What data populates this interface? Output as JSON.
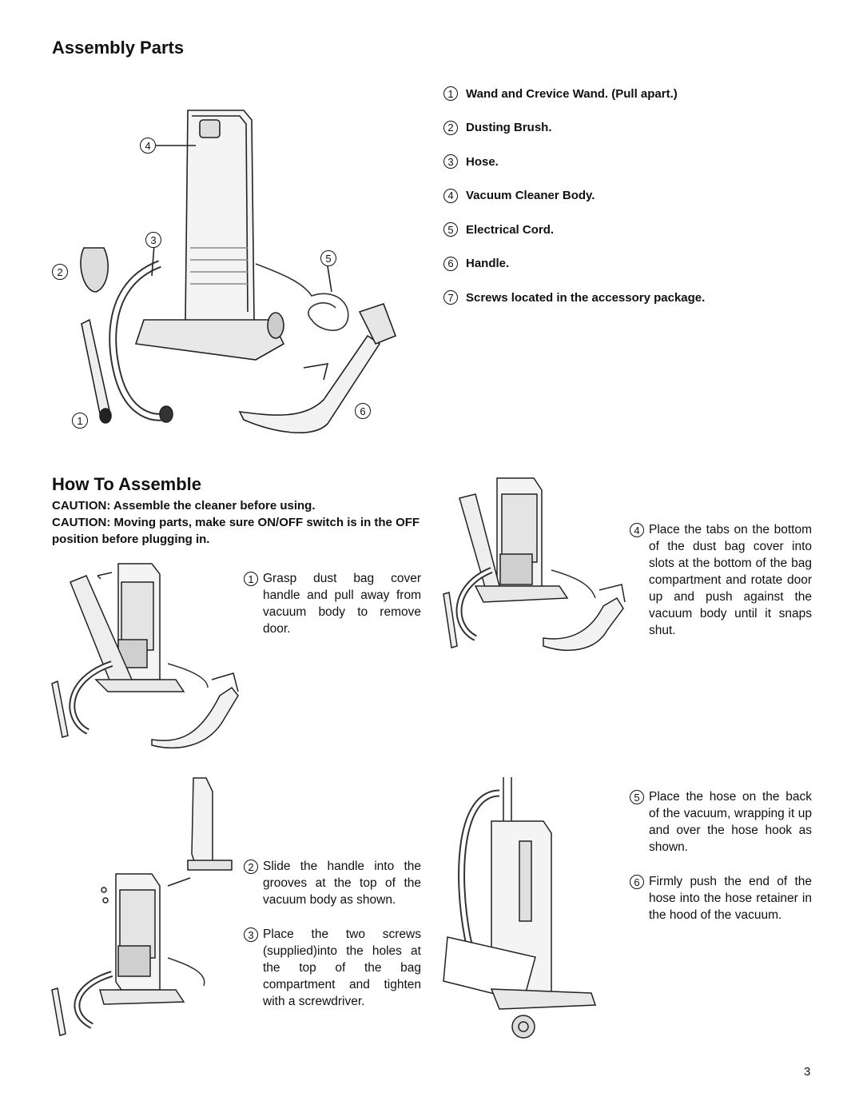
{
  "assembly_parts": {
    "title": "Assembly Parts",
    "items": [
      {
        "num": "1",
        "label": "Wand and Crevice Wand. (Pull apart.)"
      },
      {
        "num": "2",
        "label": "Dusting Brush."
      },
      {
        "num": "3",
        "label": "Hose."
      },
      {
        "num": "4",
        "label": "Vacuum Cleaner Body."
      },
      {
        "num": "5",
        "label": "Electrical Cord."
      },
      {
        "num": "6",
        "label": "Handle."
      },
      {
        "num": "7",
        "label": "Screws located in the accessory package."
      }
    ],
    "figure_labels": [
      "4",
      "3",
      "5",
      "2",
      "1",
      "6"
    ]
  },
  "how_to": {
    "title": "How To Assemble",
    "caution_1": "CAUTION: Assemble the cleaner before using.",
    "caution_2": "CAUTION: Moving parts, make sure ON/OFF switch is in the OFF position before plugging in.",
    "steps": [
      {
        "num": "1",
        "text": "Grasp dust bag cover handle and pull away from vacuum body to remove door."
      },
      {
        "num": "4",
        "text": "Place the tabs on the bottom of the dust bag cover into slots at the bottom of the bag compartment and rotate door up and push against the vacuum body until it snaps shut."
      },
      {
        "num": "2",
        "text": "Slide the handle into the grooves at the top of the vacuum body as shown."
      },
      {
        "num": "3",
        "text": "Place the two screws (supplied)into the holes at the top of the bag compartment and tighten with a screwdriver."
      },
      {
        "num": "5",
        "text": "Place the hose on the back of the vacuum, wrapping it up and over the hose hook as shown."
      },
      {
        "num": "6",
        "text": "Firmly push the end of the hose into the hose retainer in the hood of the vacuum."
      }
    ]
  },
  "page_number": "3"
}
